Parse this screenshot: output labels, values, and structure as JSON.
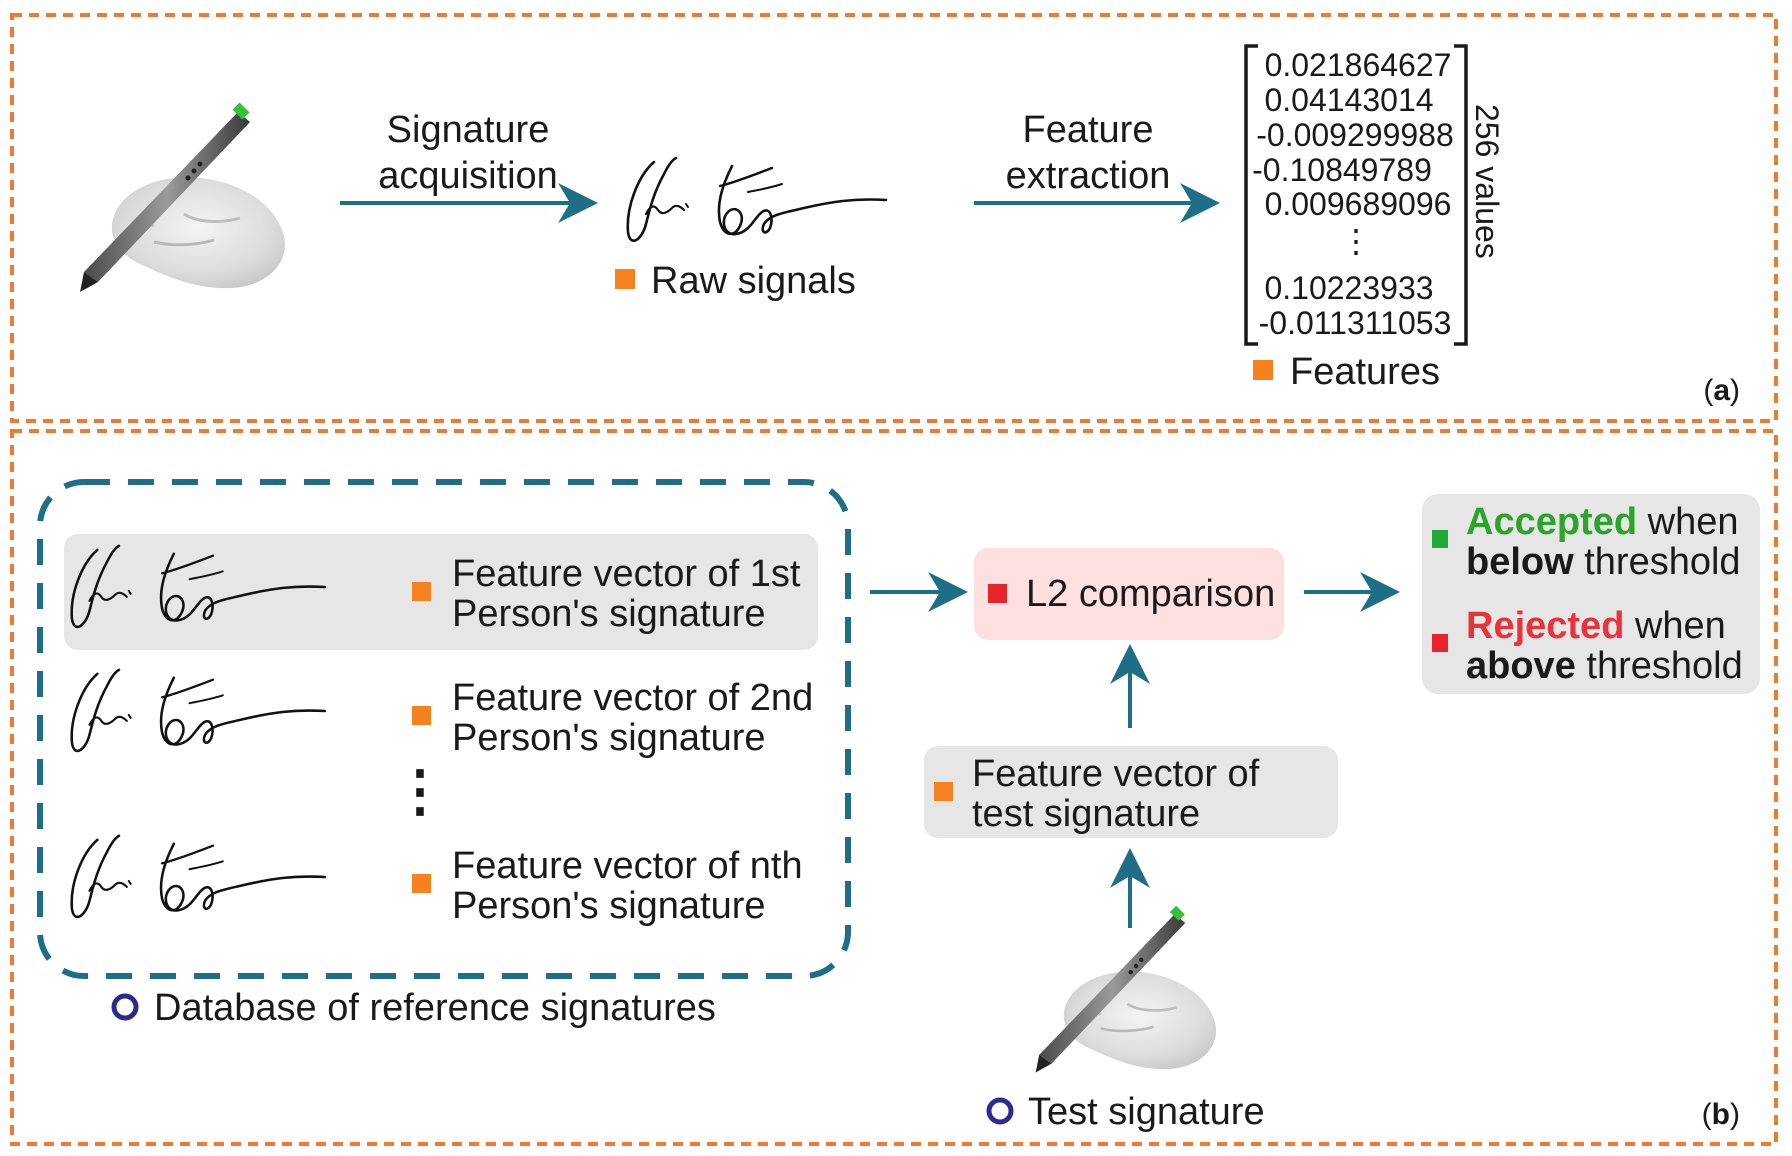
{
  "panel_a": {
    "tag": "(a)",
    "arrow1_line1": "Signature",
    "arrow1_line2": "acquisition",
    "arrow2_line1": "Feature",
    "arrow2_line2": "extraction",
    "raw_signals_label": "Raw signals",
    "features_label": "Features",
    "vector_values": [
      "0.021864627",
      "0.04143014",
      "-0.009299988",
      "-0.10849789",
      "0.009689096",
      "⋮",
      "0.10223933",
      "-0.011311053"
    ],
    "vector_size_label": "256 values"
  },
  "panel_b": {
    "tag": "(b)",
    "database_label": "Database of reference signatures",
    "references": [
      {
        "line1": "Feature vector of 1st",
        "line2": "Person's signature"
      },
      {
        "line1": "Feature vector of 2nd",
        "line2": "Person's signature"
      },
      {
        "line1": "Feature vector of nth",
        "line2": "Person's signature"
      }
    ],
    "ellipsis": "⋮",
    "comparison_label": "L2 comparison",
    "test_vector_line1": "Feature vector of",
    "test_vector_line2": "test signature",
    "test_signature_label": "Test signature",
    "accepted_word": "Accepted",
    "accepted_rest": " when",
    "accepted_cond_bold": "below",
    "accepted_cond_rest": " threshold",
    "rejected_word": "Rejected",
    "rejected_rest": " when",
    "rejected_cond_bold": "above",
    "rejected_cond_rest": " threshold"
  },
  "colors": {
    "panel_border": "#f07a32",
    "arrow": "#1d6e86",
    "database_border": "#1d6e86",
    "bullet_orange": "#f5821f",
    "bullet_red": "#e8232a",
    "bullet_green": "#21a837",
    "accepted_text": "#2aa52a",
    "rejected_text": "#e8333a",
    "circle_marker": "#2b2b8f",
    "box_gray": "#e6e6e6",
    "box_pink": "#fde0df"
  },
  "icons": [
    "hand-with-stylus-icon",
    "signature-icon",
    "circle-marker-icon",
    "square-bullet-icon"
  ]
}
